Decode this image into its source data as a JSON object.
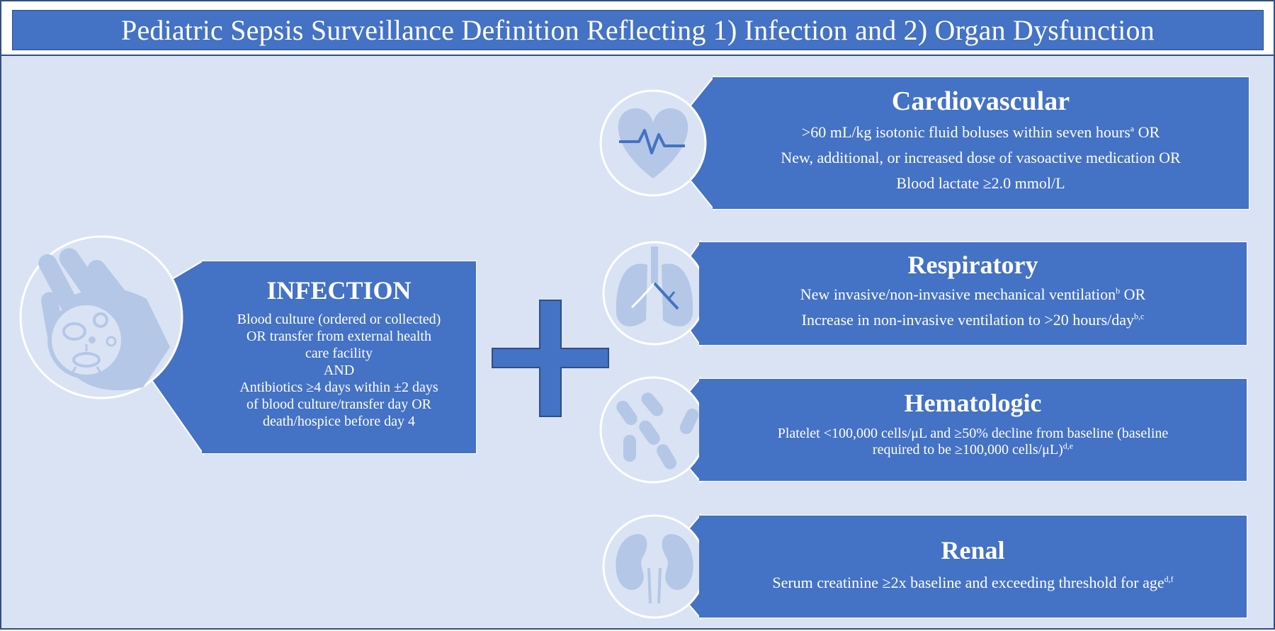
{
  "title": "Pediatric Sepsis Surveillance Definition Reflecting 1) Infection and 2) Organ Dysfunction",
  "colors": {
    "primary": "#4472c4",
    "background": "#dae3f3",
    "icon_fill": "#b4c7e7",
    "border": "#2f4f86"
  },
  "infection": {
    "heading": "INFECTION",
    "lines": [
      "Blood culture (ordered or collected)",
      "OR transfer from external health",
      "care facility",
      "AND",
      "Antibiotics ≥4 days within ±2 days",
      "of blood culture/transfer day OR",
      "death/hospice before day 4"
    ],
    "icon": "hand-germ-icon"
  },
  "plus_icon": "plus-icon",
  "organs": {
    "cardiovascular": {
      "heading": "Cardiovascular",
      "icon": "heart-pulse-icon",
      "line1": ">60 mL/kg isotonic fluid boluses within seven hours",
      "line1_sup": "a",
      "line1_tail": " OR",
      "line2": "New, additional, or increased dose of vasoactive medication OR",
      "line3": "Blood lactate ≥2.0 mmol/L"
    },
    "respiratory": {
      "heading": "Respiratory",
      "icon": "lungs-icon",
      "line1": "New invasive/non-invasive mechanical ventilation",
      "line1_sup": "b",
      "line1_tail": " OR",
      "line2": "Increase in non-invasive ventilation to >20 hours/day",
      "line2_sup": "b,c"
    },
    "hematologic": {
      "heading": "Hematologic",
      "icon": "blood-cells-icon",
      "line1": "Platelet <100,000 cells/μL and ≥50% decline from baseline (baseline",
      "line2": "required to be ≥100,000 cells/μL)",
      "line2_sup": "d,e"
    },
    "renal": {
      "heading": "Renal",
      "icon": "kidneys-icon",
      "line1": "Serum creatinine ≥2x baseline and exceeding threshold for age",
      "line1_sup": "d,f"
    }
  }
}
